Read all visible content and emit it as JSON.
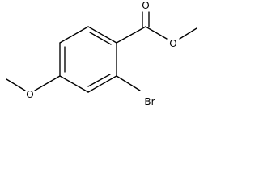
{
  "structure": {
    "atoms": {
      "carbonyl_oxygen": "O",
      "ester_oxygen": "O",
      "methoxy_oxygen": "O",
      "bromine": "Br"
    }
  }
}
